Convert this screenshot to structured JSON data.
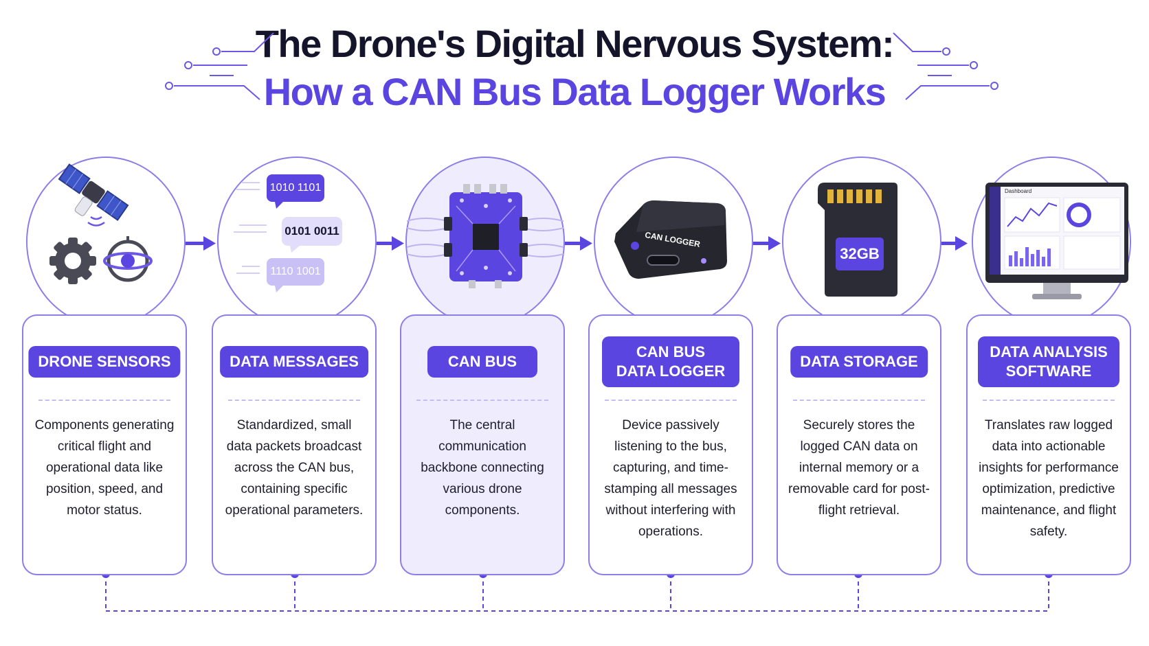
{
  "header": {
    "title_line1": "The Drone's Digital Nervous System:",
    "title_line2": "How a CAN Bus Data Logger Works"
  },
  "colors": {
    "accent": "#5b45e0",
    "outline": "#8b7ee8",
    "highlight_bg": "#efedfd",
    "text": "#1d1d2e"
  },
  "stages": [
    {
      "id": "drone-sensors",
      "title": "DRONE SENSORS",
      "description": "Components generating critical flight and operational data like position, speed, and motor status.",
      "icons": [
        "satellite-icon",
        "gear-icon",
        "gyroscope-icon"
      ]
    },
    {
      "id": "data-messages",
      "title": "DATA MESSAGES",
      "description": "Standardized, small data packets broadcast across the CAN bus, containing specific operational parameters.",
      "messages": [
        "1010 1101",
        "0101 0011",
        "1110 1001"
      ]
    },
    {
      "id": "can-bus",
      "title": "CAN BUS",
      "description": "The central communication backbone connecting various drone components.",
      "icons": [
        "circuit-board-icon"
      ]
    },
    {
      "id": "can-bus-data-logger",
      "title_line1": "CAN BUS",
      "title_line2": "DATA LOGGER",
      "description": "Device passively listening to the bus, capturing, and time-stamping all messages without interfering with operations.",
      "device_label": "CAN LOGGER"
    },
    {
      "id": "data-storage",
      "title": "DATA STORAGE",
      "description": "Securely stores the logged CAN data on internal memory or a removable card for post-flight retrieval.",
      "card_label": "32GB"
    },
    {
      "id": "data-analysis-software",
      "title_line1": "DATA ANALYSIS",
      "title_line2": "SOFTWARE",
      "description": "Translates raw logged data into actionable insights for performance optimization, predictive maintenance, and flight safety.",
      "screen_label": "Dashboard"
    }
  ]
}
